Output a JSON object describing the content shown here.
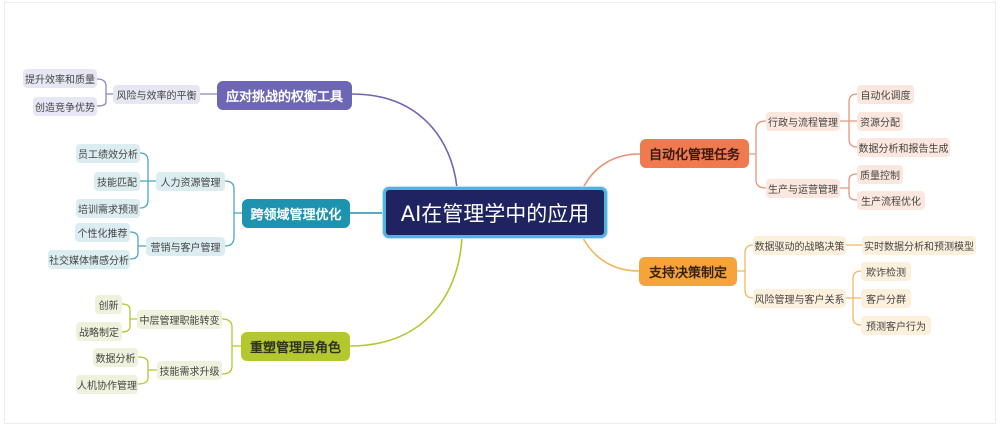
{
  "title": "AI在管理学中的应用",
  "colors": {
    "center": "#1f2461",
    "center_border": "#4fb4e2",
    "purple": "#6d66b4",
    "teal": "#1e93b0",
    "green": "#b4c72e",
    "red": "#f07a4f",
    "amber": "#f6a43a"
  },
  "branches": {
    "challenge": {
      "label": "应对挑战的权衡工具",
      "children": [
        {
          "label": "风险与效率的平衡",
          "children": [
            "提升效率和质量",
            "创造竞争优势"
          ]
        }
      ]
    },
    "cross": {
      "label": "跨领域管理优化",
      "children": [
        {
          "label": "人力资源管理",
          "children": [
            "员工绩效分析",
            "技能匹配",
            "培训需求预测"
          ]
        },
        {
          "label": "营销与客户管理",
          "children": [
            "个性化推荐",
            "社交媒体情感分析"
          ]
        }
      ]
    },
    "reshape": {
      "label": "重塑管理层角色",
      "children": [
        {
          "label": "中层管理职能转变",
          "children": [
            "创新",
            "战略制定"
          ]
        },
        {
          "label": "技能需求升级",
          "children": [
            "数据分析",
            "人机协作管理"
          ]
        }
      ]
    },
    "automation": {
      "label": "自动化管理任务",
      "children": [
        {
          "label": "行政与流程管理",
          "children": [
            "自动化调度",
            "资源分配",
            "数据分析和报告生成"
          ]
        },
        {
          "label": "生产与运营管理",
          "children": [
            "质量控制",
            "生产流程优化"
          ]
        }
      ]
    },
    "decision": {
      "label": "支持决策制定",
      "children": [
        {
          "label": "数据驱动的战略决策",
          "children": [
            "实时数据分析和预测模型"
          ]
        },
        {
          "label": "风险管理与客户关系",
          "children": [
            "欺诈检测",
            "客户分群",
            "预测客户行为"
          ]
        }
      ]
    }
  }
}
